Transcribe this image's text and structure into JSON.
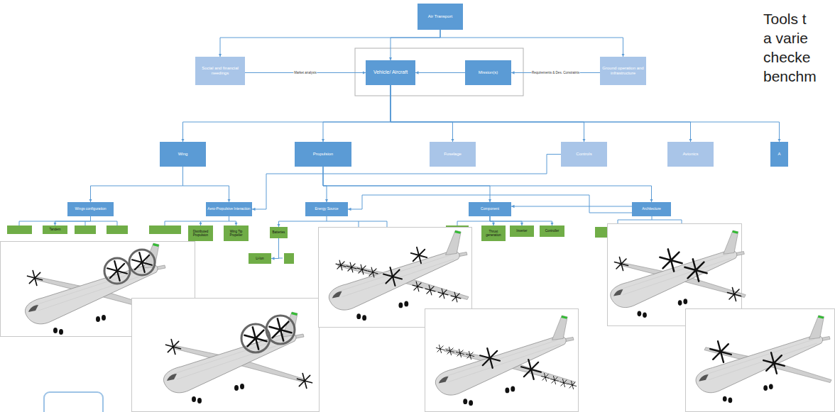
{
  "diagram": {
    "nodes": [
      {
        "text": [
          "Air Transport"
        ]
      },
      {
        "text": [
          "Social and financial needings"
        ]
      },
      {
        "text": [
          "Vehicle/ Aircraft"
        ]
      },
      {
        "text": [
          "Mission(s)"
        ]
      },
      {
        "text": [
          "Ground operation and infrastructure"
        ]
      },
      {
        "text": [
          "Wing"
        ]
      },
      {
        "text": [
          "Propulsion"
        ]
      },
      {
        "text": [
          "Fuselage"
        ]
      },
      {
        "text": [
          "Controls"
        ]
      },
      {
        "text": [
          "Avionics"
        ]
      },
      {
        "text": [
          "A"
        ]
      },
      {
        "text": [
          "Wings configuration"
        ]
      },
      {
        "text": [
          "Aero-Propulsive Interaction"
        ]
      },
      {
        "text": [
          "Energy Source"
        ]
      },
      {
        "text": [
          "Component"
        ]
      },
      {
        "text": [
          "Architecture"
        ]
      },
      {
        "text": [
          "Tandem"
        ]
      },
      {
        "text": [
          "Distributed Propulsion"
        ]
      },
      {
        "text": [
          "Wing Tip Propeller"
        ]
      },
      {
        "text": [
          "Batteries"
        ]
      },
      {
        "text": [
          "Li-Ion"
        ]
      },
      {
        "text": [
          "Thrust generation"
        ]
      },
      {
        "text": [
          "Inverter"
        ]
      },
      {
        "text": [
          "Controller"
        ]
      }
    ],
    "edges": [
      {
        "from": 0,
        "to": 1,
        "arrow": "to"
      },
      {
        "from": 0,
        "to": 2,
        "arrow": "to"
      },
      {
        "from": 0,
        "to": 4,
        "arrow": "to"
      },
      {
        "from": 1,
        "to": 2,
        "label": "Market analysis",
        "arrow": "to"
      },
      {
        "from": 4,
        "to": 3,
        "label": "Requirements & Des. Constraints",
        "arrow": "to"
      },
      {
        "from": 3,
        "to": 2,
        "arrow": "to"
      },
      {
        "from": 2,
        "to": 5,
        "arrow": "to"
      },
      {
        "from": 2,
        "to": 6,
        "arrow": "to"
      },
      {
        "from": 2,
        "to": 7,
        "arrow": "to"
      },
      {
        "from": 2,
        "to": 8,
        "arrow": "to"
      },
      {
        "from": 2,
        "to": 9,
        "arrow": "to"
      },
      {
        "from": 2,
        "to": 10,
        "arrow": "to"
      },
      {
        "from": 5,
        "to": 11,
        "arrow": "to"
      },
      {
        "from": 5,
        "to": 12,
        "arrow": "to"
      },
      {
        "from": 6,
        "to": 13,
        "arrow": "to"
      },
      {
        "from": 6,
        "to": 14,
        "arrow": "to"
      },
      {
        "from": 6,
        "to": 15,
        "arrow": "to"
      },
      {
        "from": 8,
        "to": 12,
        "arrow": "to"
      },
      {
        "from": 15,
        "to": 14,
        "arrow": "to"
      },
      {
        "from": 15,
        "to": 13,
        "arrow": "to"
      },
      {
        "from": 11,
        "to": 16,
        "arrow": "to"
      },
      {
        "from": 12,
        "to": 17,
        "arrow": "to"
      },
      {
        "from": 12,
        "to": 18,
        "arrow": "to"
      },
      {
        "from": 13,
        "to": 19,
        "arrow": "to"
      },
      {
        "from": 19,
        "to": 20,
        "arrow": "to"
      },
      {
        "from": 14,
        "to": 21,
        "arrow": "to"
      },
      {
        "from": 14,
        "to": 22,
        "arrow": "to"
      },
      {
        "from": 14,
        "to": 23,
        "arrow": "to"
      }
    ],
    "labels": [
      "Tools t",
      "a varie",
      "checke",
      "benchm"
    ]
  }
}
